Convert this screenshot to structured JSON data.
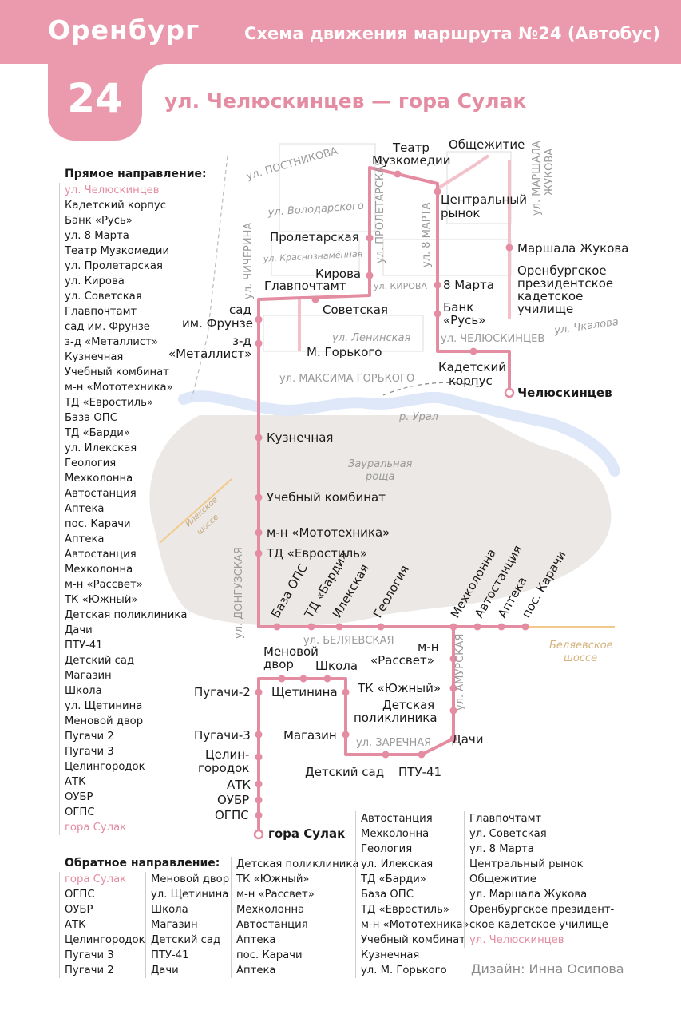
{
  "header": {
    "city": "Оренбург",
    "title": "Схема движения маршрута №24 (Автобус)"
  },
  "route": {
    "number": "24",
    "name": "ул. Челюскинцев — гора Сулак"
  },
  "forward": {
    "heading": "Прямое направление:",
    "stops": [
      "ул. Челюскинцев",
      "Кадетский корпус",
      "Банк «Русь»",
      "ул. 8 Марта",
      "Театр Музкомедии",
      "ул. Пролетарская",
      "ул. Кирова",
      "ул. Советская",
      "Главпочтамт",
      "сад им. Фрунзе",
      "з-д «Металлист»",
      "Кузнечная",
      "Учебный комбинат",
      "м-н «Мототехника»",
      "ТД «Евростиль»",
      "База ОПС",
      "ТД «Барди»",
      "ул. Илекская",
      "Геология",
      "Мехколонна",
      "Автостанция",
      "Аптека",
      "пос. Карачи",
      "Аптека",
      "Автостанция",
      "Мехколонна",
      "м-н «Рассвет»",
      "ТК «Южный»",
      "Детская поликлиника",
      "Дачи",
      "ПТУ-41",
      "Детский сад",
      "Магазин",
      "Школа",
      "ул. Щетинина",
      "Меновой двор",
      "Пугачи 2",
      "Пугачи 3",
      "Целингородок",
      "АТК",
      "ОУБР",
      "ОГПС",
      "гора Сулак"
    ]
  },
  "reverse": {
    "heading": "Обратное направление:",
    "col1": [
      "гора Сулак",
      "ОГПС",
      "ОУБР",
      "АТК",
      "Целингородок",
      "Пугачи 3",
      "Пугачи 2"
    ],
    "col2": [
      "Меновой двор",
      "ул. Щетинина",
      "Школа",
      "Магазин",
      "Детский сад",
      "ПТУ-41",
      "Дачи"
    ],
    "col3": [
      "Детская поликлиника",
      "ТК «Южный»",
      "м-н «Рассвет»",
      "Мехколонна",
      "Автостанция",
      "Аптека",
      "пос. Карачи",
      "Аптека"
    ],
    "col4": [
      "Автостанция",
      "Мехколонна",
      "Геология",
      "ул. Илекская",
      "ТД «Барди»",
      "База ОПС",
      "ТД «Евростиль»",
      "м-н «Мототехника»",
      "Учебный комбинат",
      "Кузнечная",
      "ул. М. Горького"
    ],
    "col5": [
      "Главпочтамт",
      "ул. Советская",
      "ул. 8 Марта",
      "Центральный рынок",
      "Общежитие",
      "ул. Маршала Жукова",
      "Оренбургское президент-",
      "ское кадетское училище",
      "ул. Челюскинцев"
    ]
  },
  "streets": {
    "postnikova": "ул. ПОСТНИКОВА",
    "volodarskogo": "ул. Володарского",
    "krasnoznamennaya": "ул. Краснознамённая",
    "kirova": "ул. КИРОВА",
    "leninskaya": "ул. Ленинская",
    "chelyuskintsev": "ул. ЧЕЛЮСКИНЦЕВ",
    "chkalova": "ул. Чкалова",
    "m_gorkogo": "ул. МАКСИМА ГОРЬКОГО",
    "chicherina": "ул. ЧИЧЕРИНА",
    "proletarskaya": "ул. ПРОЛЕТАРСКАЯ",
    "march8": "ул. 8 МАРТА",
    "zhukova1": "ул. МАРШАЛА",
    "zhukova2": "ЖУКОВА",
    "ural": "р. Урал",
    "grove1": "Зауральная",
    "grove2": "роща",
    "ilek1": "Илекское",
    "ilek2": "шоссе",
    "dongusskaya": "ул. ДОНГУЗСКАЯ",
    "belyaevskaya": "ул. БЕЛЯЕВСКАЯ",
    "bel_hw1": "Беляевское",
    "bel_hw2": "шоссе",
    "amurskaya": "ул. АМУРСКАЯ",
    "zarechnaya": "ул. ЗАРЕЧНАЯ"
  },
  "map_stops": {
    "teatr1": "Театр",
    "teatr2": "Музкомедии",
    "obsh": "Общежитие",
    "cr1": "Центральный",
    "cr2": "рынок",
    "proletarskaya": "Пролетарская",
    "mzh": "Маршала Жукова",
    "ok1": "Оренбургское",
    "ok2": "президентское",
    "ok3": "кадетское",
    "ok4": "училище",
    "kirova": "Кирова",
    "glav": "Главпочтамт",
    "m8": "8 Марта",
    "sovetskaya": "Советская",
    "bank1": "Банк",
    "bank2": "«Русь»",
    "sad1": "сад",
    "sad2": "им. Фрунзе",
    "zd1": "з-д",
    "zd2": "«Металлист»",
    "mgorkogo": "М. Горького",
    "kad1": "Кадетский",
    "kad2": "корпус",
    "chel": "Челюскинцев",
    "kuzn": "Кузнечная",
    "uchk": "Учебный комбинат",
    "moto": "м-н «Мототехника»",
    "evro": "ТД «Евростиль»",
    "ops": "База ОПС",
    "bardi": "ТД «Барди»",
    "ilek": "Илекская",
    "geol": "Геология",
    "mekh": "Мехколонна",
    "avto": "Автостанция",
    "apt": "Аптека",
    "kar": "пос. Карачи",
    "men1": "Меновой",
    "men2": "двор",
    "shkola": "Школа",
    "ras1": "м-н",
    "ras2": "«Рассвет»",
    "pug2": "Пугачи-2",
    "shch": "Щетинина",
    "yuzh": "ТК «Южный»",
    "dp1": "Детская",
    "dp2": "поликлиника",
    "pug3": "Пугачи-3",
    "mag": "Магазин",
    "dachi": "Дачи",
    "cel1": "Целин-",
    "cel2": "городок",
    "ds": "Детский сад",
    "ptu": "ПТУ-41",
    "atk": "АТК",
    "oubr": "ОУБР",
    "ogps": "ОГПС",
    "sulak": "гора Сулак"
  },
  "credit": "Дизайн: Инна Осипова",
  "colors": {
    "accent": "#ea9aac",
    "route": "#e48ca2",
    "light_route": "#f3c1cc",
    "river": "#dfe8f8",
    "land": "#ebe8e5",
    "road": "#f3c98a"
  }
}
